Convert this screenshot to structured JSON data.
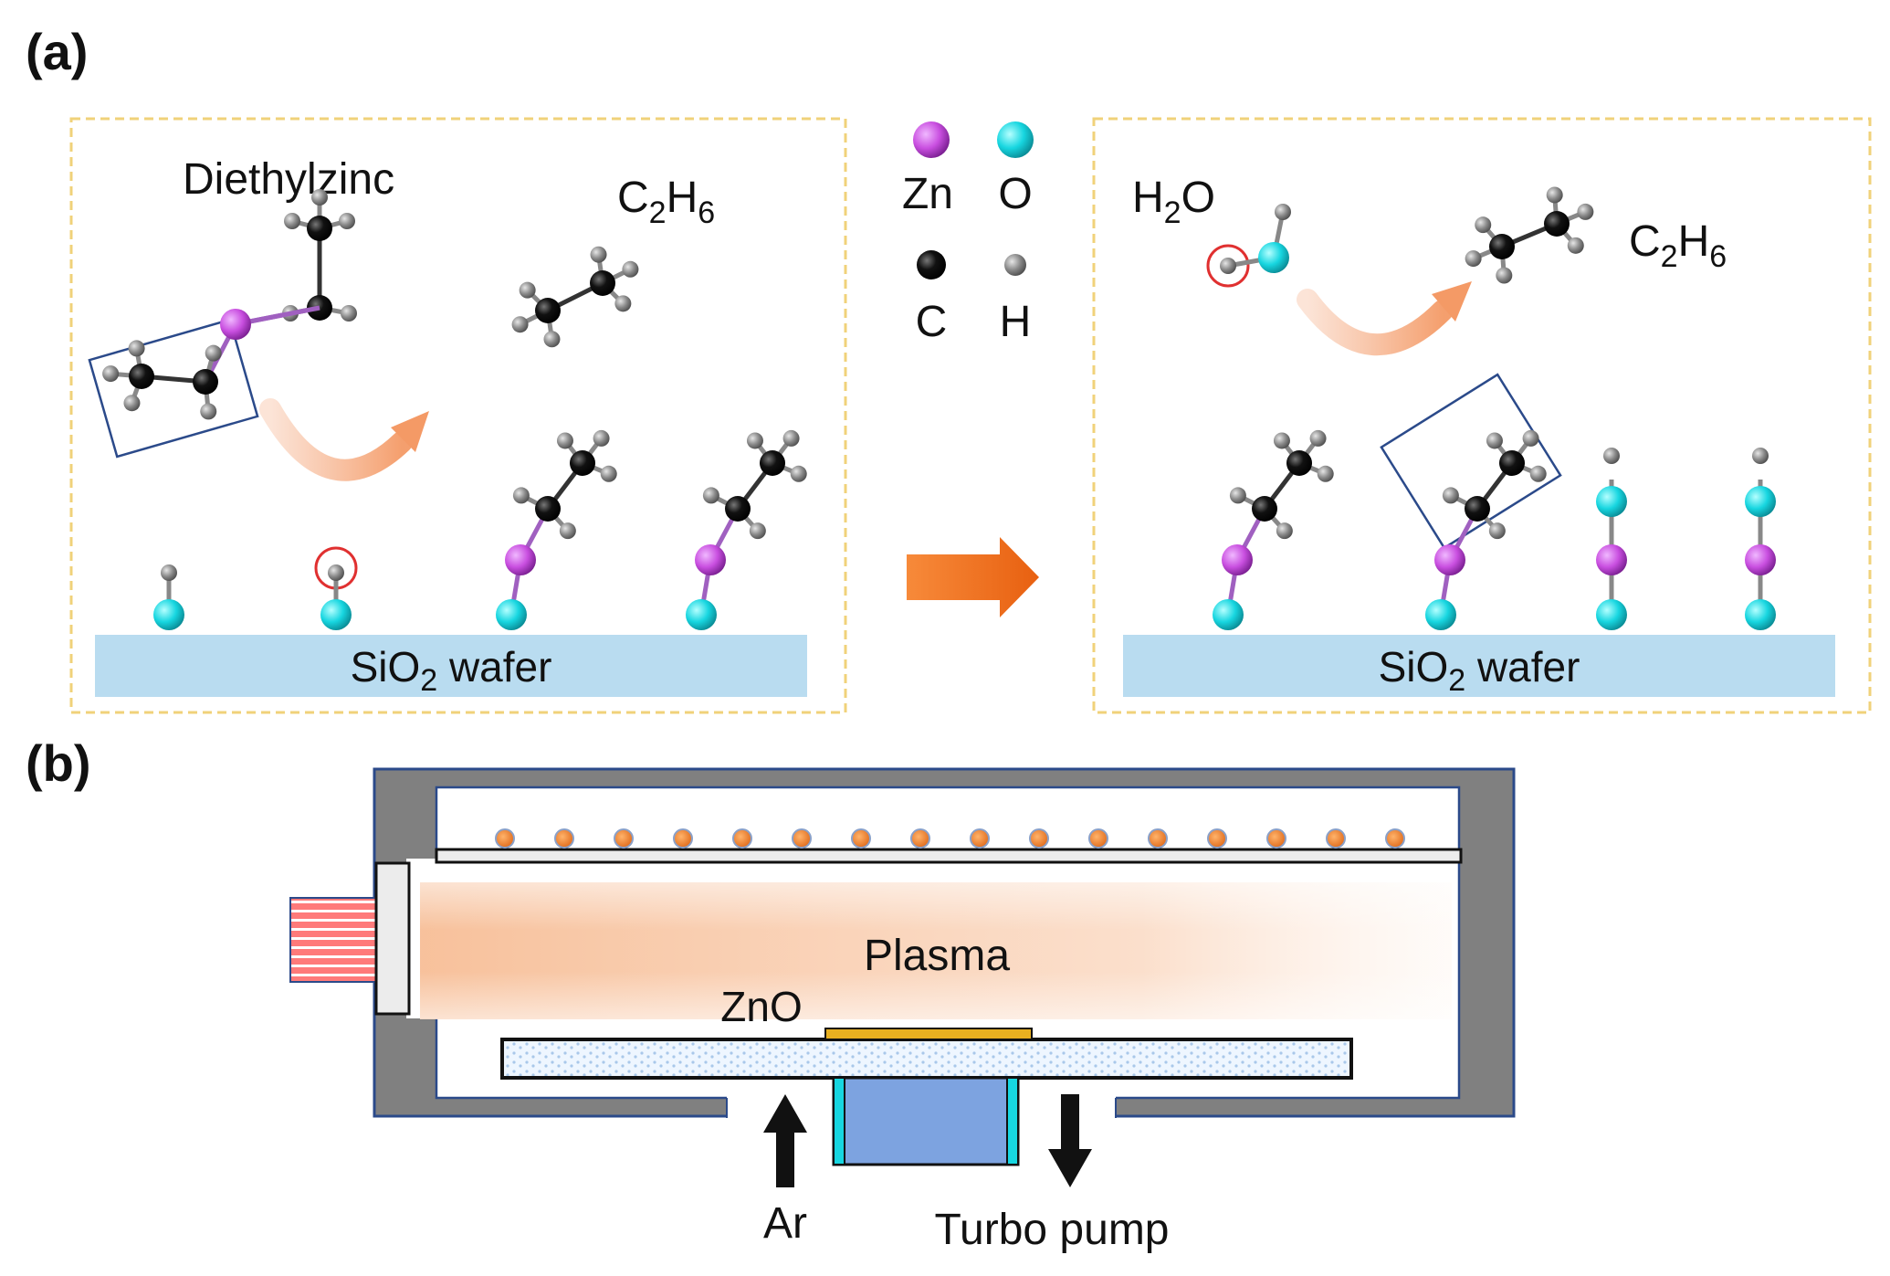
{
  "panel_a": {
    "label": "(a)",
    "left_box": {
      "diethylzinc": "Diethylzinc",
      "c2h6": {
        "base": "C",
        "sub1": "2",
        "mid": "H",
        "sub2": "6"
      },
      "wafer": {
        "pre": "SiO",
        "sub": "2",
        "post": " wafer"
      }
    },
    "legend": {
      "zn": "Zn",
      "o": "O",
      "c": "C",
      "h": "H"
    },
    "right_box": {
      "h2o": {
        "pre": "H",
        "sub": "2",
        "post": "O"
      },
      "c2h6": {
        "base": "C",
        "sub1": "2",
        "mid": "H",
        "sub2": "6"
      },
      "wafer": {
        "pre": "SiO",
        "sub": "2",
        "post": " wafer"
      }
    }
  },
  "panel_b": {
    "label": "(b)",
    "plasma": "Plasma",
    "zno": "ZnO",
    "ar": "Ar",
    "turbo_pump": "Turbo pump"
  },
  "colors": {
    "zn": "#c94fe0",
    "o": "#17d6e0",
    "c": "#111111",
    "h": "#8a8a8a",
    "wafer": "#b9dcf0",
    "box_border": "#f0d27a",
    "arrow_orange": "#f47a20",
    "chamber_wall": "#808080",
    "chamber_edge": "#2b4a8a",
    "rf_coil": "#ff6b6b",
    "pump": "#7da3e0",
    "zno_film": "#e8b020",
    "plasma": "#f6b68a"
  }
}
